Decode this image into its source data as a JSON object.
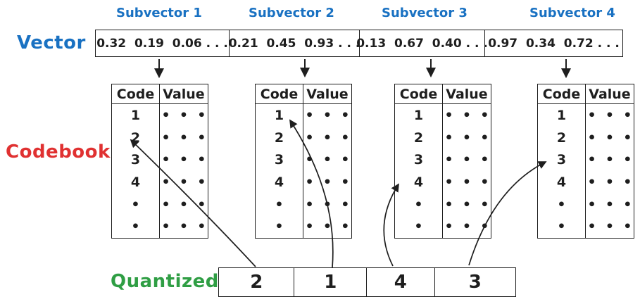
{
  "colors": {
    "blue": "#1971c2",
    "red": "#e03131",
    "green": "#2f9e44",
    "ink": "#1e1e1e"
  },
  "vector": {
    "label": "Vector",
    "subvector_labels": [
      "Subvector 1",
      "Subvector 2",
      "Subvector 3",
      "Subvector 4"
    ],
    "cells": [
      "0.32  0.19  0.06 . . .",
      "0.21  0.45  0.93 . . .",
      "0.13  0.67  0.40 . . .",
      "0.97  0.34  0.72 . . ."
    ]
  },
  "codebook": {
    "label": "Codebook",
    "header": {
      "code": "Code",
      "value": "Value"
    },
    "codes": [
      "1",
      "2",
      "3",
      "4",
      "•",
      "•"
    ],
    "value_placeholder": "•  •  •"
  },
  "quantized": {
    "label": "Quantized",
    "cells": [
      "2",
      "1",
      "4",
      "3"
    ]
  }
}
